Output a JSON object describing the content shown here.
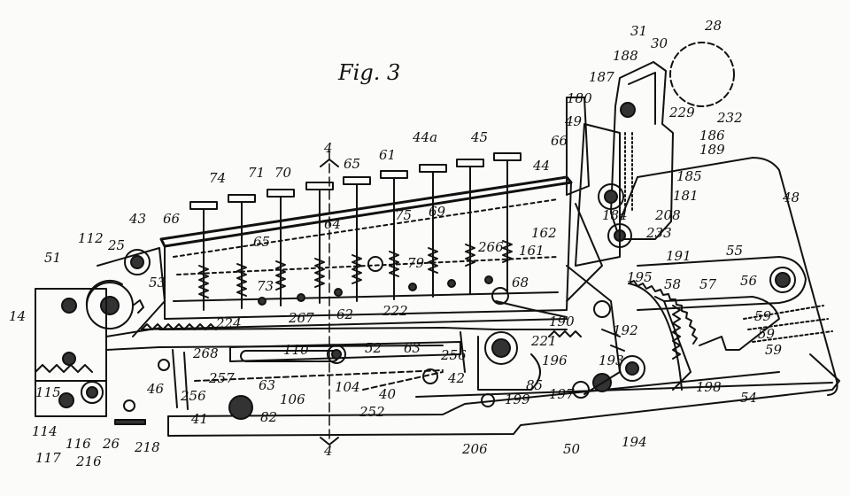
{
  "figure": {
    "title": "Fig. 3",
    "section_marker": "4"
  },
  "labels": {
    "l28": "28",
    "l31": "31",
    "l30": "30",
    "l188": "188",
    "l187": "187",
    "l180": "180",
    "l49": "49",
    "l229": "229",
    "l232": "232",
    "l186": "186",
    "l189": "189",
    "l66a": "66",
    "l185": "185",
    "l44": "44",
    "l181": "181",
    "l44a": "44a",
    "l45": "45",
    "l65a": "65",
    "l61": "61",
    "l48": "48",
    "l74": "74",
    "l71": "71",
    "l70": "70",
    "l64": "64",
    "l75": "75",
    "l69": "69",
    "l184": "184",
    "l208": "208",
    "l43": "43",
    "l66b": "66",
    "l162": "162",
    "l233": "233",
    "l112": "112",
    "l25": "25",
    "l65b": "65",
    "l79": "79",
    "l266": "266",
    "l161": "161",
    "l191": "191",
    "l55": "55",
    "l51": "51",
    "l53": "53",
    "l73": "73",
    "l68": "68",
    "l195": "195",
    "l58": "58",
    "l57": "57",
    "l56": "56",
    "l14": "14",
    "l224": "224",
    "l267": "267",
    "l62": "62",
    "l222": "222",
    "l190": "190",
    "l192": "192",
    "l59a": "59",
    "l59b": "59",
    "l59c": "59",
    "l221": "221",
    "l268": "268",
    "l110": "110",
    "l52": "52",
    "l63a": "63",
    "l256a": "256",
    "l196": "196",
    "l193": "193",
    "l46": "46",
    "l257": "257",
    "l63b": "63",
    "l104": "104",
    "l40": "40",
    "l42": "42",
    "l85": "85",
    "l199": "199",
    "l197": "197",
    "l198": "198",
    "l54": "54",
    "l115": "115",
    "l256b": "256",
    "l106": "106",
    "l41": "41",
    "l82": "82",
    "l252": "252",
    "l114": "114",
    "l117": "117",
    "l116": "116",
    "l26": "26",
    "l216": "216",
    "l218": "218",
    "l206": "206",
    "l50": "50",
    "l194": "194"
  }
}
